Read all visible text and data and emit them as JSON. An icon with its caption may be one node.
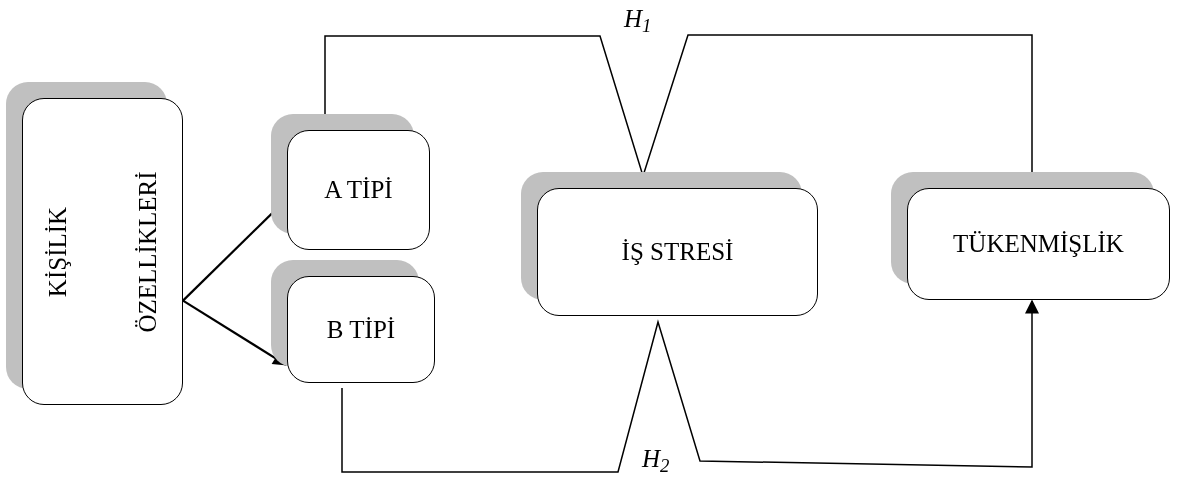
{
  "diagram": {
    "nodes": [
      {
        "text": [
          "KİŞİLİK ÖZELLİKLERİ"
        ]
      },
      {
        "text": [
          "A TİPİ"
        ]
      },
      {
        "text": [
          "B TİPİ"
        ]
      },
      {
        "text": [
          "İŞ STRESİ"
        ]
      },
      {
        "text": [
          "TÜKENMİŞLİK"
        ]
      }
    ],
    "edges": [
      {
        "from": 0,
        "to": 1,
        "arrow": "to"
      },
      {
        "from": 0,
        "to": 2,
        "arrow": "to"
      },
      {
        "from": 1,
        "to": 4,
        "arrow": "to",
        "label": "H$_{1}$"
      },
      {
        "from": 2,
        "to": 4,
        "arrow": "to",
        "label": "H$_{2}$"
      }
    ]
  }
}
